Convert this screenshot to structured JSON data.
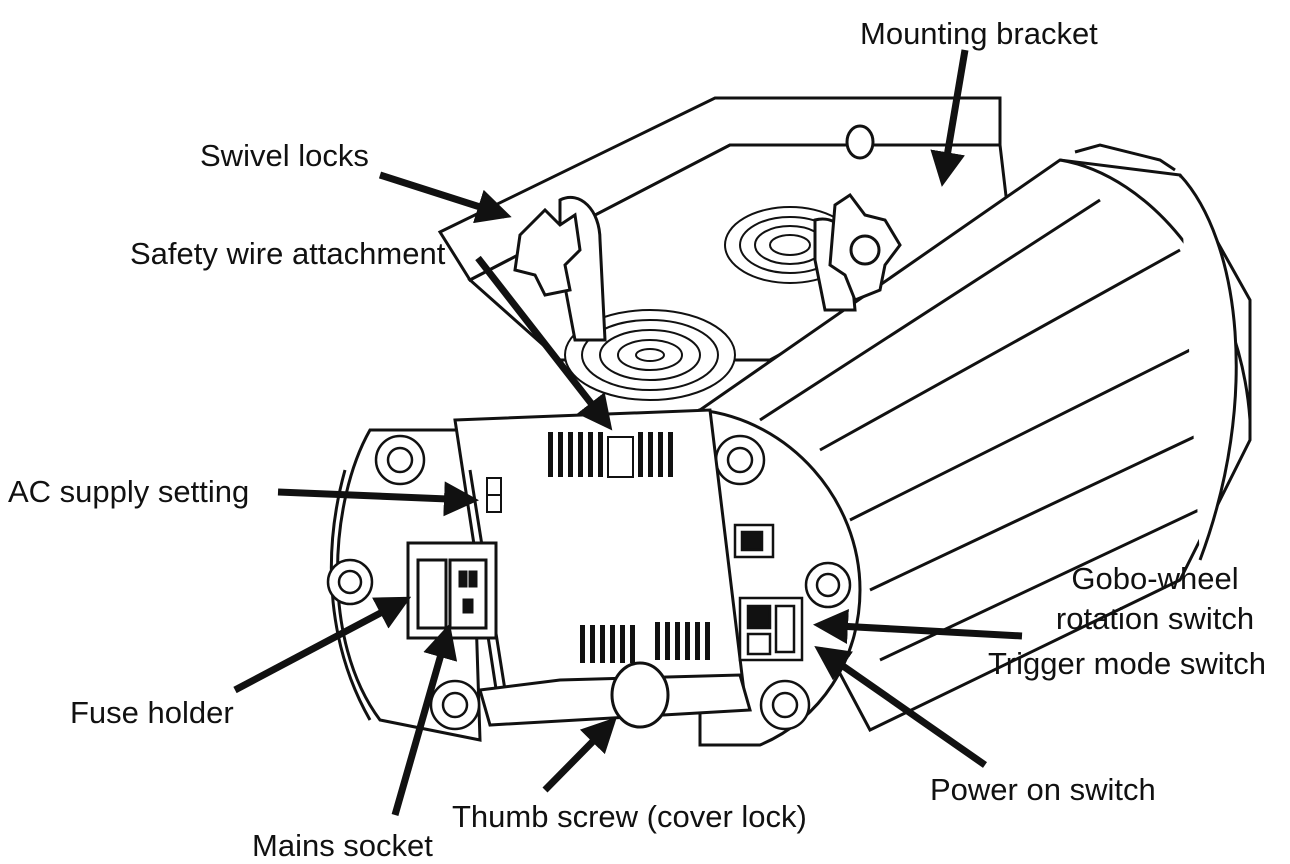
{
  "labels": {
    "mounting_bracket": "Mounting bracket",
    "swivel_locks": "Swivel locks",
    "safety_wire": "Safety wire attachment",
    "ac_supply": "AC supply setting",
    "gobo_line1": "Gobo-wheel",
    "gobo_line2": "rotation switch",
    "trigger_mode": "Trigger mode switch",
    "fuse_holder": "Fuse holder",
    "power_on": "Power on switch",
    "thumb_screw": "Thumb screw (cover lock)",
    "mains_socket": "Mains socket"
  },
  "colors": {
    "ink": "#111111",
    "paper": "#ffffff"
  }
}
